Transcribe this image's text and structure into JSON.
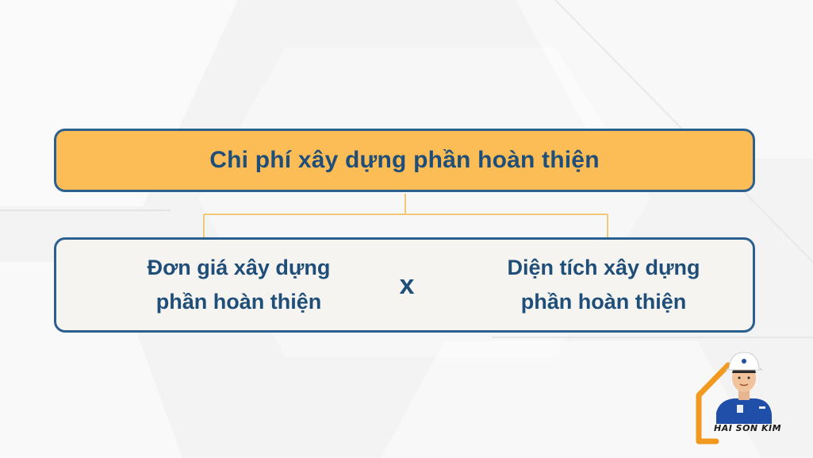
{
  "diagram": {
    "title": "Chi phí xây dựng phần hoàn thiện",
    "left_term_line1": "Đơn giá xây dựng",
    "left_term_line2": "phần hoàn thiện",
    "operator": "x",
    "right_term_line1": "Diện tích xây dựng",
    "right_term_line2": "phần hoàn thiện"
  },
  "brand": {
    "name": "HAI SON KIM",
    "primary_color": "#1f4e79",
    "accent_color": "#fdbd56",
    "logo_house_color": "#f29a1f"
  }
}
